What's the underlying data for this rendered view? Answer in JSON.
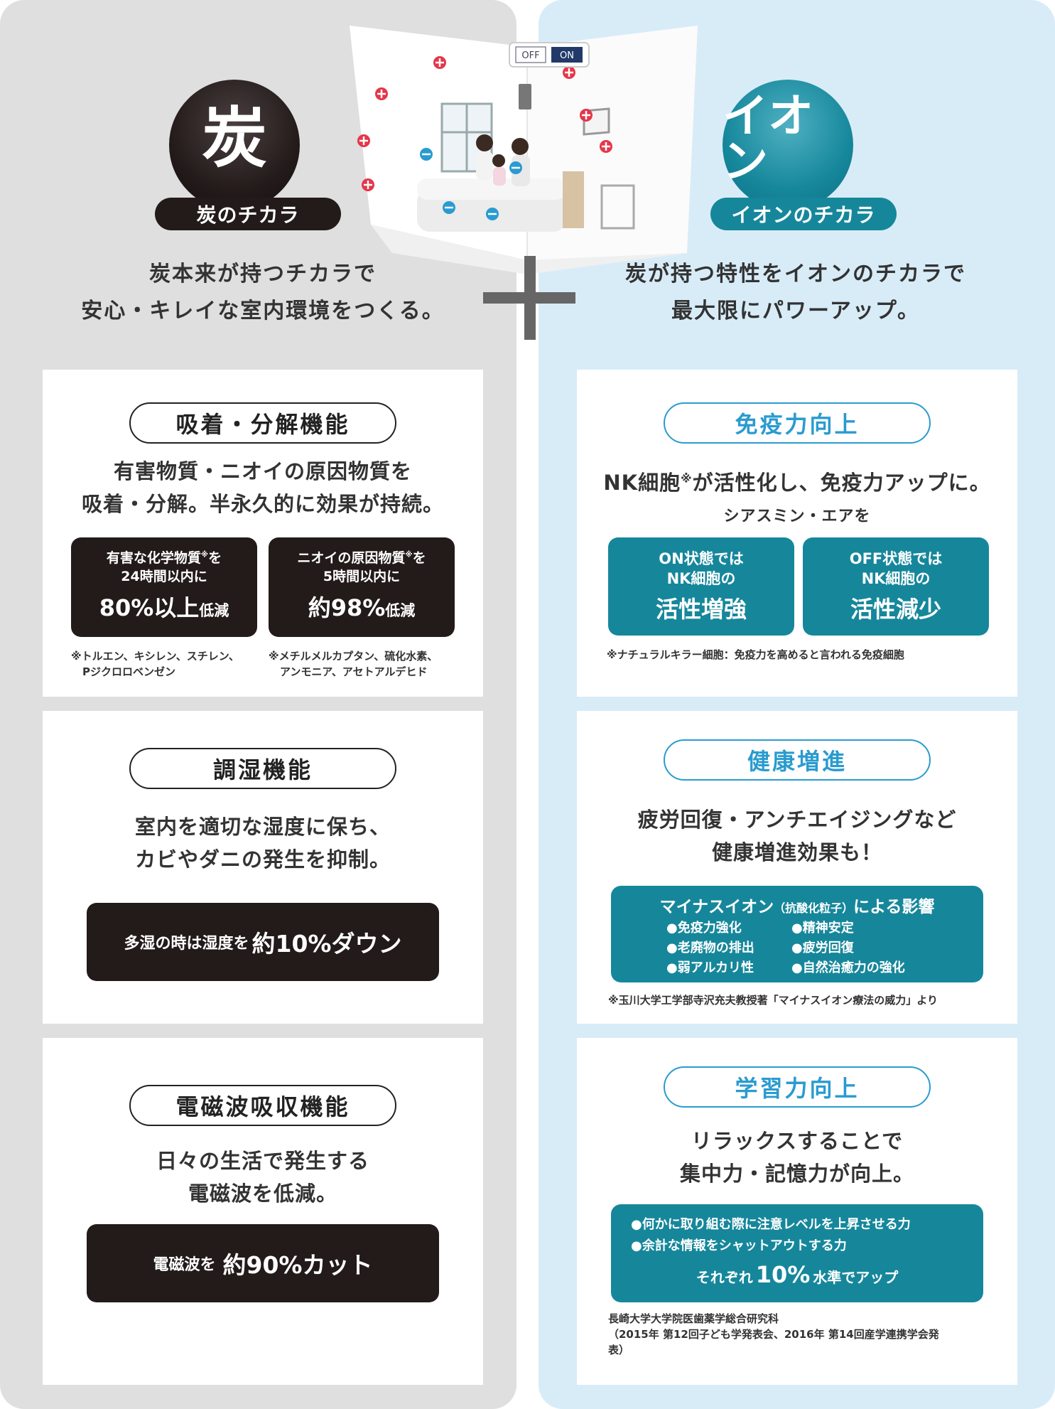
{
  "colors": {
    "charcoal": "#231a1a",
    "teal": "#16879b",
    "accent_blue": "#2a9bd0",
    "left_bg": "#dfdfdf",
    "right_bg": "#d8ecf8"
  },
  "charcoal": {
    "circle_char": "炭",
    "pill": "炭のチカラ",
    "tagline": [
      "炭本来が持つチカラで",
      "安心・キレイな室内環境をつくる。"
    ]
  },
  "ion": {
    "circle_text": "イオン",
    "pill": "イオンのチカラ",
    "tagline": [
      "炭が持つ特性をイオンのチカラで",
      "最大限にパワーアップ。"
    ]
  },
  "switch": {
    "off": "OFF",
    "on": "ON"
  },
  "adsorption": {
    "title": "吸着・分解機能",
    "desc": [
      "有害物質・ニオイの原因物質を",
      "吸着・分解。半永久的に効果が持続。"
    ],
    "box1": {
      "line1": "有害な化学物質",
      "mark": "※",
      "line1_end": "を",
      "line2": "24時間以内に",
      "big": "80%以上",
      "small": "低減"
    },
    "box2": {
      "line1": "ニオイの原因物質",
      "mark": "※",
      "line1_end": "を",
      "line2": "5時間以内に",
      "big": "約98%",
      "small": "低減"
    },
    "note1": [
      "※トルエン、キシレン、スチレン、",
      "Pジクロロベンゼン"
    ],
    "note2": [
      "※メチルメルカプタン、硫化水素、",
      "アンモニア、アセトアルデヒド"
    ]
  },
  "humidity": {
    "title": "調湿機能",
    "desc": [
      "室内を適切な湿度に保ち、",
      "カビやダニの発生を抑制。"
    ],
    "box_small": "多湿の時は湿度を",
    "box_big": "約10%ダウン"
  },
  "em": {
    "title": "電磁波吸収機能",
    "desc": [
      "日々の生活で発生する",
      "電磁波を低減。"
    ],
    "box_small": "電磁波を",
    "box_big": "約90%カット"
  },
  "immunity": {
    "title": "免疫力向上",
    "desc_a": "NK細胞",
    "desc_mark": "※",
    "desc_b": "が活性化し、免疫力アップに。",
    "sub": "シアスミン・エアを",
    "box1": {
      "line1": "ON状態では",
      "line2": "NK細胞の",
      "big": "活性増強"
    },
    "box2": {
      "line1": "OFF状態では",
      "line2": "NK細胞の",
      "big": "活性減少"
    },
    "note": "※ナチュラルキラー細胞：免疫力を高めると言われる免疫細胞"
  },
  "health": {
    "title": "健康増進",
    "desc": [
      "疲労回復・アンチエイジングなど",
      "健康増進効果も！"
    ],
    "box_title_a": "マイナスイオン",
    "box_title_paren": "（抗酸化粒子）",
    "box_title_b": "による影響",
    "col1": [
      "●免疫力強化",
      "●老廃物の排出",
      "●弱アルカリ性"
    ],
    "col2": [
      "●精神安定",
      "●疲労回復",
      "●自然治癒力の強化"
    ],
    "note": "※玉川大学工学部寺沢充夫教授著「マイナスイオン療法の威力」より"
  },
  "learning": {
    "title": "学習力向上",
    "desc": [
      "リラックスすることで",
      "集中力・記憶力が向上。"
    ],
    "bullets": [
      "●何かに取り組む際に注意レベルを上昇させる力",
      "●余計な情報をシャットアウトする力"
    ],
    "summary_a": "それぞれ",
    "summary_big": "10%",
    "summary_b": "水準でアップ",
    "note": [
      "長崎大学大学院医歯薬学総合研究科",
      "（2015年 第12回子ども学発表会、2016年 第14回産学連携学会発",
      "表）"
    ]
  }
}
